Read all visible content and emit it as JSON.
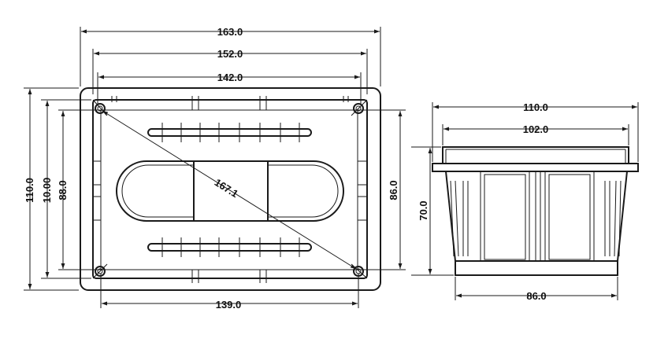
{
  "dimensions": {
    "top_163": "163.0",
    "top_152": "152.0",
    "top_142": "142.0",
    "bottom_139": "139.0",
    "left_110": "110.0",
    "left_1000": "10.00",
    "left_88": "88.0",
    "right_86": "86.0",
    "diagonal": "167.1",
    "side_110": "110.0",
    "side_102": "102.0",
    "side_70": "70.0",
    "side_86": "86.0"
  }
}
